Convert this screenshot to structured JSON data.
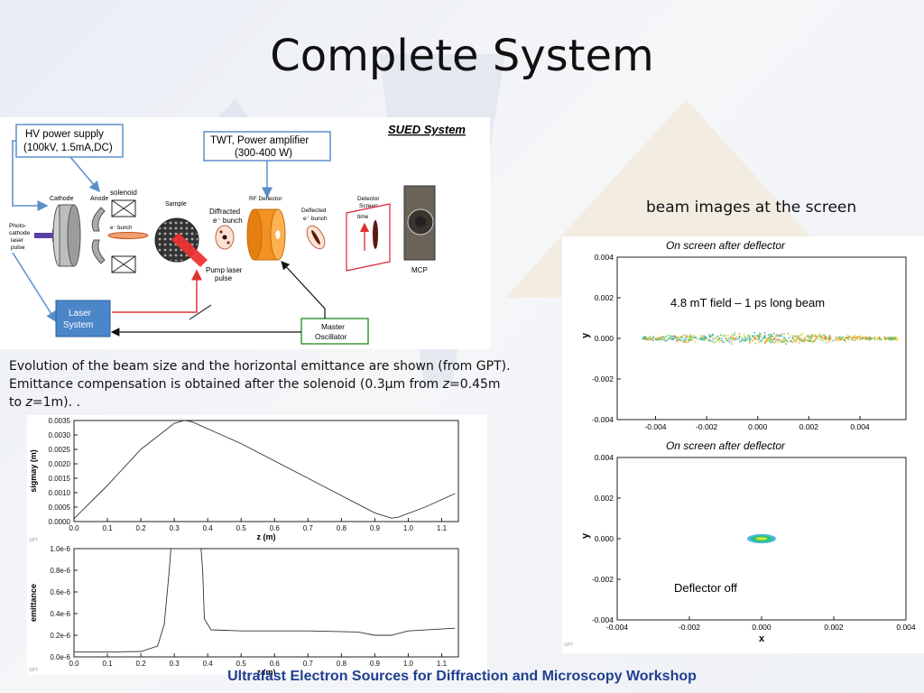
{
  "slide": {
    "title": "Complete System",
    "footer": "Ultrafast Electron Sources for Diffraction and Microscopy Workshop",
    "caption_part1": "Evolution of the beam size and the horizontal emittance are shown (from GPT). Emittance compensation is obtained after the solenoid (0.3µm from ",
    "caption_z1": "z",
    "caption_part2": "=0.45m to ",
    "caption_z2": "z",
    "caption_part3": "=1m). .",
    "beam_images_label": "beam images at the screen"
  },
  "system_diagram": {
    "heading": "SUED System",
    "hv_supply": [
      "HV power supply",
      "(100kV, 1.5mA,DC)"
    ],
    "twt": [
      "TWT, Power amplifier",
      "(300-400 W)"
    ],
    "cathode": "Cathode",
    "anode": "Anode",
    "solenoid": "solenoid",
    "sample": "Sample",
    "diffracted": [
      "Diffracted",
      "e⁻ bunch"
    ],
    "rf_deflector": "RF Deflector",
    "deflected": [
      "Deflected",
      "e⁻ bunch"
    ],
    "detector_screen": [
      "Detector",
      "Screen"
    ],
    "time": "time",
    "mcp": "MCP",
    "photo_cathode": [
      "Photo-",
      "cathode",
      "laser",
      "pulse"
    ],
    "e_bunch": "e⁻ bunch",
    "pump_laser": [
      "Pump laser",
      "pulse"
    ],
    "laser_system": [
      "Laser",
      "System"
    ],
    "master_osc": [
      "Master",
      "Oscillator"
    ]
  },
  "plots": {
    "sigma": {
      "type": "line",
      "xlabel": "z (m)",
      "ylabel": "sigmay (m)",
      "xlim": [
        0,
        1.15
      ],
      "ylim": [
        0,
        0.0035
      ],
      "xticks": [
        "0.0",
        "0.1",
        "0.2",
        "0.3",
        "0.4",
        "0.5",
        "0.6",
        "0.7",
        "0.8",
        "0.9",
        "1.0",
        "1.1"
      ],
      "yticks": [
        "0.0000",
        "0.0005",
        "0.0010",
        "0.0015",
        "0.0020",
        "0.0025",
        "0.0030",
        "0.0035"
      ],
      "x": [
        0.0,
        0.1,
        0.2,
        0.3,
        0.33,
        0.35,
        0.5,
        0.7,
        0.9,
        0.95,
        0.97,
        1.05,
        1.14
      ],
      "y": [
        0.0001,
        0.00125,
        0.0025,
        0.0034,
        0.0035,
        0.00347,
        0.0027,
        0.0015,
        0.0003,
        0.00012,
        0.00015,
        0.0005,
        0.00097
      ],
      "watermark": "GPT"
    },
    "emittance": {
      "type": "line",
      "xlabel": "z (m)",
      "ylabel": "emittance",
      "xlim": [
        0,
        1.15
      ],
      "ylim": [
        0,
        1.0
      ],
      "xticks": [
        "0.0",
        "0.1",
        "0.2",
        "0.3",
        "0.4",
        "0.5",
        "0.6",
        "0.7",
        "0.8",
        "0.9",
        "1.0",
        "1.1"
      ],
      "yticks": [
        "0.0e-6",
        "0.2e-6",
        "0.4e-6",
        "0.6e-6",
        "0.8e-6",
        "1.0e-6"
      ],
      "x": [
        0.0,
        0.1,
        0.2,
        0.25,
        0.27,
        0.285,
        0.29,
        0.38,
        0.385,
        0.39,
        0.41,
        0.5,
        0.7,
        0.85,
        0.9,
        0.95,
        1.0,
        1.14
      ],
      "y": [
        0.045,
        0.045,
        0.05,
        0.1,
        0.3,
        0.8,
        1.0,
        1.0,
        0.8,
        0.35,
        0.25,
        0.24,
        0.24,
        0.23,
        0.2,
        0.2,
        0.24,
        0.265
      ],
      "watermark": "GPT"
    },
    "screen1": {
      "type": "scatter",
      "title": "On screen after deflector",
      "annotation": "4.8 mT field – 1 ps long beam",
      "xlabel": "",
      "ylabel": "y",
      "xlim": [
        -0.0055,
        0.0058
      ],
      "ylim": [
        -0.004,
        0.004
      ],
      "xticks": [
        "-0.004",
        "-0.002",
        "0.000",
        "0.002",
        "0.004"
      ],
      "yticks": [
        "0.004",
        "0.002",
        "0.000",
        "-0.002",
        "-0.004"
      ],
      "beam_xrange": [
        -0.0045,
        0.0055
      ],
      "beam_yhalf": 0.0003,
      "colors": [
        "#1aa7e0",
        "#2cc07a",
        "#7fd03a",
        "#f2c21b",
        "#f08a24"
      ],
      "watermark": "GPT"
    },
    "screen2": {
      "type": "scatter",
      "title": "On screen after deflector",
      "annotation": "Deflector off",
      "xlabel": "x",
      "ylabel": "y",
      "xlim": [
        -0.004,
        0.004
      ],
      "ylim": [
        -0.004,
        0.004
      ],
      "xticks": [
        "-0.004",
        "-0.002",
        "0.000",
        "0.002",
        "0.004"
      ],
      "yticks": [
        "0.004",
        "0.002",
        "0.000",
        "-0.002",
        "-0.004"
      ],
      "beam_center": [
        0.0,
        0.0
      ],
      "beam_radius": [
        0.0004,
        0.00023
      ],
      "colors": [
        "#1aa7e0",
        "#2cc07a",
        "#c9e83a"
      ],
      "watermark": "GPT"
    }
  },
  "colors": {
    "title": "#111111",
    "footer": "#1f3f8f",
    "laser_box": "#4a86c8",
    "beam_red": "#e03030",
    "rf_orange": "#f39221"
  }
}
